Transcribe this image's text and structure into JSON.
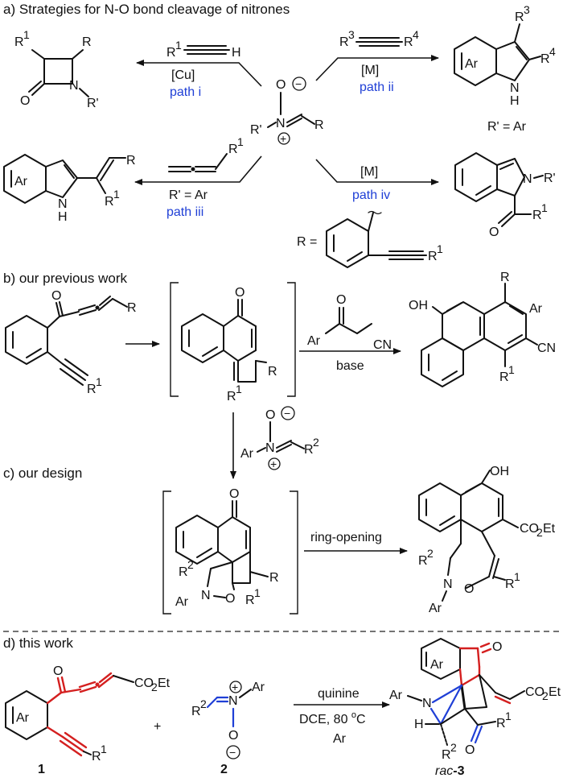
{
  "section_a": {
    "title": "a) Strategies for N-O bond cleavage of nitrones",
    "path_i": {
      "reagent_r": "R",
      "reagent_sub": "1",
      "reagent_h": "H",
      "catalyst": "[Cu]",
      "label": "path i"
    },
    "path_ii": {
      "r3": "R",
      "r3_sub": "3",
      "r4": "R",
      "r4_sub": "4",
      "catalyst": "[M]",
      "label": "path ii"
    },
    "path_iii": {
      "reagent_r": "R",
      "reagent_sub": "1",
      "condition": "R' = Ar",
      "label": "path iii"
    },
    "path_iv": {
      "catalyst": "[M]",
      "label": "path iv",
      "r_eq": "R =",
      "r1": "R",
      "r1_sub": "1"
    },
    "nitrone": {
      "o_minus": "O",
      "charge_minus": "−",
      "r_prime": "R'",
      "n": "N",
      "charge_plus": "+",
      "r": "R"
    },
    "azetidinone": {
      "r1": "R",
      "r1_sub": "1",
      "r": "R",
      "o": "O",
      "n": "N",
      "r_prime": "R'"
    },
    "indole_ii": {
      "ar": "Ar",
      "r3": "R",
      "r3_sub": "3",
      "r4": "R",
      "r4_sub": "4",
      "nh": "N",
      "h": "H",
      "note": "R' = Ar"
    },
    "indole_iii": {
      "ar": "Ar",
      "nh": "N",
      "h": "H",
      "r": "R",
      "r1": "R",
      "r1_sub": "1"
    },
    "isoindole": {
      "n": "N",
      "r_prime": "R'",
      "o": "O",
      "r1": "R",
      "r1_sub": "1"
    }
  },
  "section_b": {
    "title": "b) our previous work",
    "sm": {
      "o": "O",
      "r": "R",
      "r1": "R",
      "r1_sub": "1"
    },
    "intermediate": {
      "o": "O",
      "r": "R",
      "r1": "R",
      "r1_sub": "1"
    },
    "reagent": {
      "o": "O",
      "ar": "Ar",
      "cn": "CN"
    },
    "condition": "base",
    "product": {
      "oh": "OH",
      "r": "R",
      "ar": "Ar",
      "cn": "CN",
      "r1": "R",
      "r1_sub": "1"
    }
  },
  "section_c": {
    "title": "c) our design",
    "nitrone": {
      "o": "O",
      "minus": "−",
      "ar": "Ar",
      "n": "N",
      "plus": "+",
      "r2": "R",
      "r2_sub": "2"
    },
    "intermediate": {
      "o": "O",
      "r2": "R",
      "r2_sub": "2",
      "n": "N",
      "ar": "Ar",
      "o_ring": "O",
      "r1": "R",
      "r1_sub": "1",
      "r": "R"
    },
    "step": "ring-opening",
    "product": {
      "oh": "OH",
      "co2et": "CO",
      "co2et_sub": "2",
      "co2et_end": "Et",
      "r2": "R",
      "r2_sub": "2",
      "n": "N",
      "ar": "Ar",
      "o": "O",
      "r1": "R",
      "r1_sub": "1"
    }
  },
  "section_d": {
    "title": "d) this work",
    "compound1": {
      "ar": "Ar",
      "o": "O",
      "co2et": "CO",
      "co2et_sub": "2",
      "co2et_end": "Et",
      "r1": "R",
      "r1_sub": "1",
      "num": "1"
    },
    "plus": "+",
    "compound2": {
      "r2": "R",
      "r2_sub": "2",
      "n": "N",
      "plus": "+",
      "ar": "Ar",
      "o": "O",
      "minus": "−",
      "num": "2"
    },
    "conditions": [
      "quinine",
      "DCE, 80 ",
      "o",
      "C",
      "Ar"
    ],
    "product": {
      "ar": "Ar",
      "o": "O",
      "co2et": "CO",
      "co2et_sub": "2",
      "co2et_end": "Et",
      "ar_n": "Ar",
      "n": "N",
      "h": "H",
      "r2": "R",
      "r2_sub": "2",
      "o2": "O",
      "r1": "R",
      "r1_sub": "1",
      "rac": "rac",
      "num": "-3"
    }
  }
}
